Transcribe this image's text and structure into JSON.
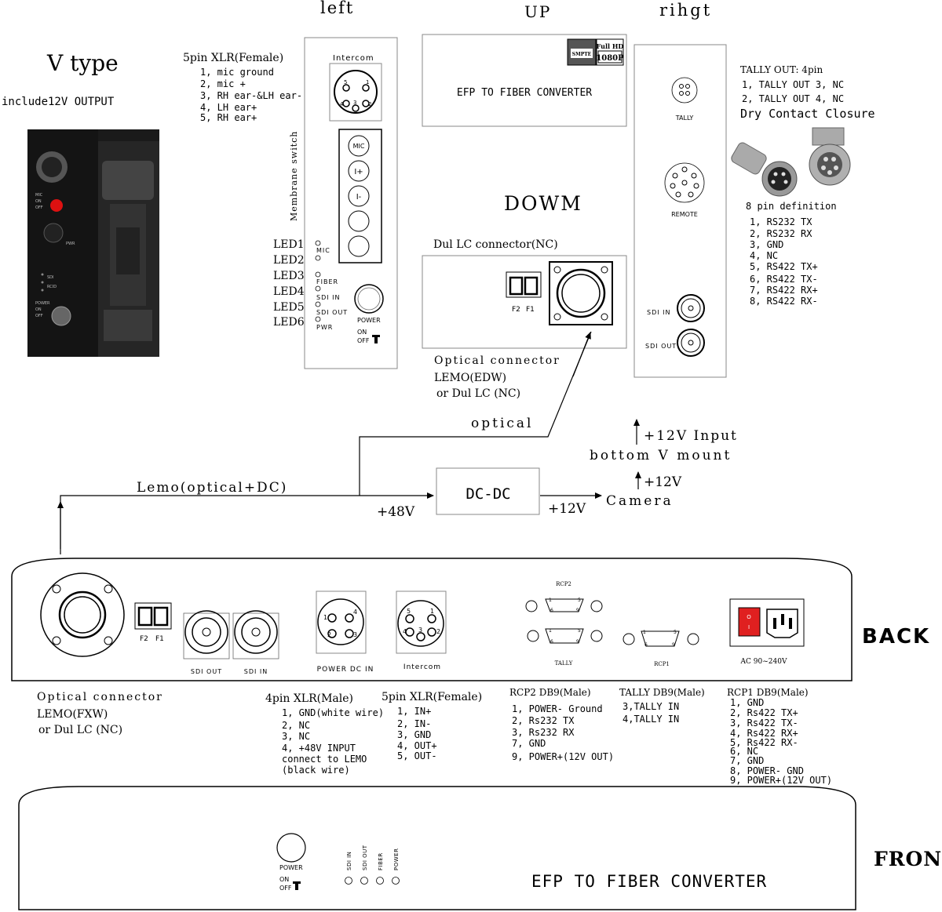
{
  "views": {
    "left": "left",
    "up": "UP",
    "right": "rihgt",
    "down": "DOWM",
    "back": "BACK",
    "front": "FRONT"
  },
  "vtype": {
    "title": "V type",
    "subtitle": "include12V OUTPUT",
    "labels": [
      "MIC",
      "ON",
      "OFF",
      "PWR",
      "SDI",
      "RCID",
      "POWER",
      "ON",
      "OFF"
    ]
  },
  "xlr5_left": {
    "title": "5pin XLR(Female)",
    "pins": [
      "1, mic ground",
      "2, mic +",
      "3, RH ear-&LH ear-",
      "4, LH ear+",
      "5, RH ear+"
    ]
  },
  "left_panel": {
    "intercom": "Intercom",
    "membrane": "Membrane switch",
    "keys": [
      "MIC",
      "I+",
      "I-"
    ],
    "leds": [
      "LED1",
      "LED2",
      "LED3",
      "LED4",
      "LED5",
      "LED6"
    ],
    "led_labels": [
      "MIC",
      "FIBER",
      "SDI IN",
      "SDI OUT",
      "PWR"
    ],
    "power": "POWER",
    "on": "ON",
    "off": "OFF"
  },
  "up_panel": {
    "title": "EFP TO FIBER CONVERTER",
    "badge_smpte": "SMPTE",
    "badge_hd": "Full HD",
    "badge_1080": "1080P"
  },
  "down_panel": {
    "dul": "Dul  LC connector(NC)",
    "f2": "F2",
    "f1": "F1",
    "optical": "Optical connector",
    "lemo": "LEMO(EDW)",
    "or_dul": "or Dul  LC (NC)"
  },
  "right_panel": {
    "tally": "TALLY",
    "remote": "REMOTE",
    "sdi_in": "SDI IN",
    "sdi_out": "SDI OUT"
  },
  "tally_out": {
    "title": "TALLY OUT: 4pin",
    "row1": "1, TALLY OUT  3, NC",
    "row2": "2, TALLY OUT  4, NC",
    "dry": "Dry Contact Closure"
  },
  "pin8": {
    "title": "8 pin definition",
    "pins": [
      "1, RS232 TX",
      "2, RS232 RX",
      "3, GND",
      "4, NC",
      "5, RS422 TX+",
      "6, RS422 TX-",
      "7, RS422 RX+",
      "8, RS422 RX-"
    ]
  },
  "flow": {
    "optical": "optical",
    "input12": "+12V Input",
    "vmount": "bottom V mount",
    "plus12": "+12V",
    "camera": "Camera",
    "dcdc": "DC-DC",
    "lemo": "Lemo(optical+DC)",
    "v48": "+48V",
    "out12": "+12V"
  },
  "back": {
    "f2": "F2",
    "f1": "F1",
    "sdi_out": "SDI OUT",
    "sdi_in": "SDI IN",
    "power_dc": "POWER DC IN",
    "intercom": "Intercom",
    "rcp2": "RCP2",
    "tally": "TALLY",
    "rcp1": "RCP1",
    "ac": "AC 90~240V"
  },
  "back_notes": {
    "optical": "Optical connector",
    "lemo": "LEMO(FXW)",
    "or_dul": "or Dul  LC (NC)",
    "xlr4_title": "4pin XLR(Male)",
    "xlr4_pins": [
      "1, GND(white wire)",
      "2, NC",
      "3, NC",
      "4, +48V INPUT",
      "connect to LEMO",
      "(black wire)"
    ],
    "xlr5_title": "5pin XLR(Female)",
    "xlr5_pins": [
      "1, IN+",
      "2, IN-",
      "3, GND",
      "4, OUT+",
      "5, OUT-"
    ],
    "rcp2_title": "RCP2 DB9(Male)",
    "rcp2_pins": [
      "1, POWER- Ground",
      "2, Rs232 TX",
      "3, Rs232 RX",
      "7, GND",
      "9, POWER+(12V OUT)"
    ],
    "tally_title": "TALLY DB9(Male)",
    "tally_pins": [
      "3,TALLY IN",
      "4,TALLY IN"
    ],
    "rcp1_title": "RCP1 DB9(Male)",
    "rcp1_pins": [
      "1, GND",
      "2, Rs422 TX+",
      "3, Rs422 TX-",
      "4, Rs422 RX+",
      "5, Rs422 RX-",
      "6, NC",
      "7, GND",
      "8, POWER- GND",
      "9, POWER+(12V OUT)"
    ]
  },
  "front": {
    "power": "POWER",
    "on": "ON",
    "off": "OFF",
    "leds": [
      "SDI IN",
      "SDI OUT",
      "FIBER",
      "POWER"
    ],
    "title": "EFP TO FIBER CONVERTER"
  }
}
